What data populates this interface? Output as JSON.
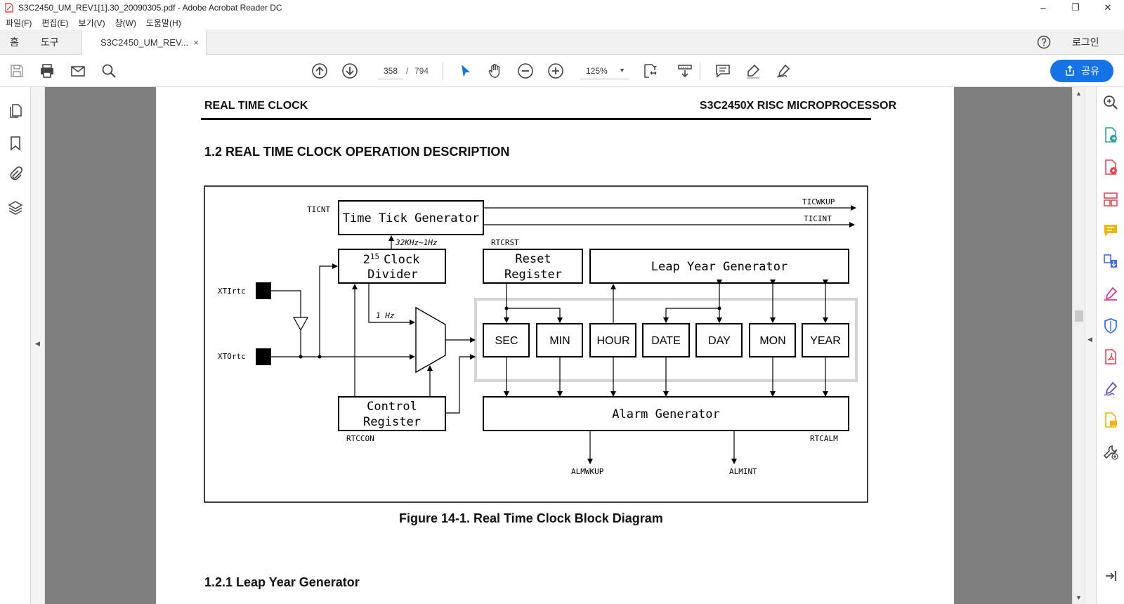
{
  "window": {
    "title": "S3C2450_UM_REV1[1].30_20090305.pdf - Adobe Acrobat Reader DC",
    "minimize": "–",
    "maximize": "❐",
    "close": "✕"
  },
  "menu": [
    "파일(F)",
    "편집(E)",
    "보기(V)",
    "창(W)",
    "도움말(H)"
  ],
  "tabs": {
    "home": "홈",
    "tools": "도구",
    "document": "S3C2450_UM_REV...",
    "close": "×",
    "login": "로그인"
  },
  "toolbar": {
    "current_page": "358",
    "page_separator": "/",
    "total_pages": "794",
    "zoom": "125%",
    "share_label": "공유",
    "icons": [
      "save-icon",
      "print-icon",
      "email-icon",
      "search-icon",
      "prev-page-icon",
      "next-page-icon",
      "select-cursor-icon",
      "hand-icon",
      "zoom-out-icon",
      "zoom-in-icon",
      "page-fit-icon",
      "scroll-mode-icon",
      "comment-icon",
      "highlight-icon",
      "sign-icon"
    ],
    "accent": "#1473e6"
  },
  "left_rail": [
    "pages-icon",
    "bookmark-icon",
    "attachment-icon",
    "layers-icon"
  ],
  "right_rail": [
    "enhance-scan-icon",
    "export-pdf-icon",
    "create-pdf-icon",
    "organize-pages-icon",
    "comment-icon",
    "combine-files-icon",
    "fill-sign-icon",
    "protect-icon",
    "pdf-icon",
    "sign-icon",
    "send-comments-icon",
    "more-tools-icon",
    "collapse-icon"
  ],
  "document": {
    "header_left": "REAL TIME CLOCK",
    "header_right": "S3C2450X RISC MICROPROCESSOR",
    "section_heading": "1.2  REAL TIME CLOCK OPERATION DESCRIPTION",
    "figure_caption": "Figure 14-1. Real Time Clock Block Diagram",
    "subsection_heading": "1.2.1   Leap Year Generator",
    "diagram": {
      "ticnt": "TICNT",
      "time_tick_generator": "Time Tick Generator",
      "ticwkup": "TICWKUP",
      "ticint": "TICINT",
      "freq_range": "32KHz~1Hz",
      "clock_divider_line1": "Clock",
      "clock_divider_base": "2",
      "clock_divider_exp": "15",
      "clock_divider_line2": "Divider",
      "rtcrst": "RTCRST",
      "reset_register_line1": "Reset",
      "reset_register_line2": "Register",
      "leap_year_generator": "Leap Year Generator",
      "xtirtc": "XTIrtc",
      "xtortc": "XTOrtc",
      "one_hz": "1 Hz",
      "counters": [
        "SEC",
        "MIN",
        "HOUR",
        "DATE",
        "DAY",
        "MON",
        "YEAR"
      ],
      "control_register_line1": "Control",
      "control_register_line2": "Register",
      "rtccon": "RTCCON",
      "alarm_generator": "Alarm Generator",
      "rtcalm": "RTCALM",
      "almwkup": "ALMWKUP",
      "almint": "ALMINT"
    }
  }
}
